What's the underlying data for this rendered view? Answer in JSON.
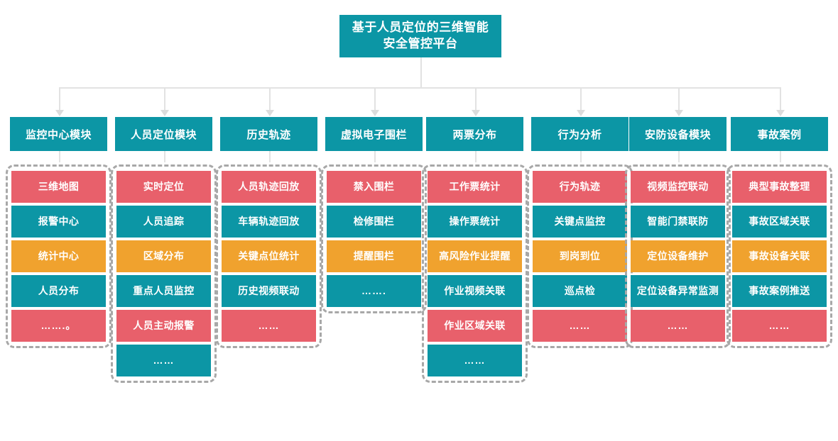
{
  "title": {
    "text": "基于人员定位的三维智能安全管控平台",
    "color": "#0c96a5"
  },
  "palette": {
    "teal": "#0c96a5",
    "red": "#e8606b",
    "orange": "#f0a22e",
    "connector": "#e2e2e2",
    "dashed_border": "#a8a8a8",
    "background": "#ffffff"
  },
  "columns": [
    {
      "header": "监控中心模块",
      "items": [
        {
          "label": "三维地图",
          "color": "red"
        },
        {
          "label": "报警中心",
          "color": "teal"
        },
        {
          "label": "统计中心",
          "color": "orange"
        },
        {
          "label": "人员分布",
          "color": "teal"
        },
        {
          "label": "…….。",
          "color": "red"
        }
      ]
    },
    {
      "header": "人员定位模块",
      "items": [
        {
          "label": "实时定位",
          "color": "red"
        },
        {
          "label": "人员追踪",
          "color": "teal"
        },
        {
          "label": "区域分布",
          "color": "orange"
        },
        {
          "label": "重点人员监控",
          "color": "teal"
        },
        {
          "label": "人员主动报警",
          "color": "red"
        },
        {
          "label": "……",
          "color": "teal"
        }
      ]
    },
    {
      "header": "历史轨迹",
      "items": [
        {
          "label": "人员轨迹回放",
          "color": "red"
        },
        {
          "label": "车辆轨迹回放",
          "color": "teal"
        },
        {
          "label": "关键点位统计",
          "color": "orange"
        },
        {
          "label": "历史视频联动",
          "color": "teal"
        },
        {
          "label": "……",
          "color": "red"
        }
      ]
    },
    {
      "header": "虚拟电子围栏",
      "items": [
        {
          "label": "禁入围栏",
          "color": "red"
        },
        {
          "label": "检修围栏",
          "color": "teal"
        },
        {
          "label": "提醒围栏",
          "color": "orange"
        },
        {
          "label": "…….",
          "color": "teal"
        }
      ]
    },
    {
      "header": "两票分布",
      "items": [
        {
          "label": "工作票统计",
          "color": "red"
        },
        {
          "label": "操作票统计",
          "color": "teal"
        },
        {
          "label": "高风险作业提醒",
          "color": "orange"
        },
        {
          "label": "作业视频关联",
          "color": "teal"
        },
        {
          "label": "作业区域关联",
          "color": "red"
        },
        {
          "label": "……",
          "color": "teal"
        }
      ]
    },
    {
      "header": "行为分析",
      "items": [
        {
          "label": "行为轨迹",
          "color": "red"
        },
        {
          "label": "关键点监控",
          "color": "teal"
        },
        {
          "label": "到岗到位",
          "color": "orange"
        },
        {
          "label": "巡点检",
          "color": "teal"
        },
        {
          "label": "……",
          "color": "red"
        }
      ]
    },
    {
      "header": "安防设备模块",
      "items": [
        {
          "label": "视频监控联动",
          "color": "red"
        },
        {
          "label": "智能门禁联防",
          "color": "teal"
        },
        {
          "label": "定位设备维护",
          "color": "orange"
        },
        {
          "label": "定位设备异常监测",
          "color": "teal"
        },
        {
          "label": "……",
          "color": "red"
        }
      ]
    },
    {
      "header": "事故案例",
      "items": [
        {
          "label": "典型事故整理",
          "color": "red"
        },
        {
          "label": "事故区域关联",
          "color": "teal"
        },
        {
          "label": "事故设备关联",
          "color": "orange"
        },
        {
          "label": "事故案例推送",
          "color": "teal"
        },
        {
          "label": "……",
          "color": "red"
        }
      ]
    }
  ]
}
